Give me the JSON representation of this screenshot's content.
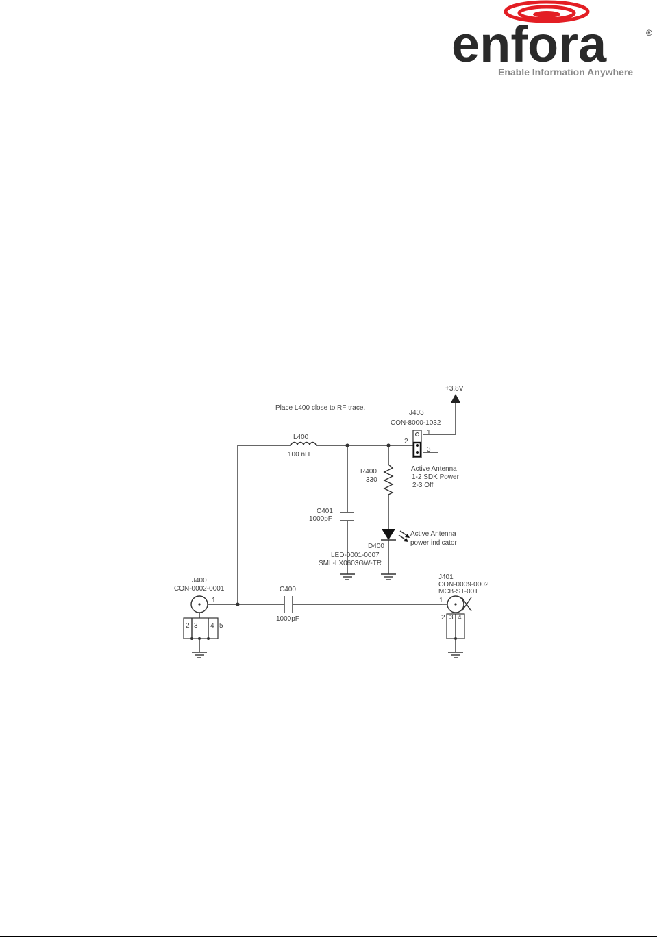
{
  "logo": {
    "wordmark": "enfora",
    "registered": "®",
    "tagline": "Enable Information Anywhere",
    "colors": {
      "wordmark": "#2a2a2a",
      "accent": "#e31e24",
      "tagline": "#888888"
    }
  },
  "schematic": {
    "note": "Place L400 close to RF trace.",
    "power": {
      "label": "+3.8V"
    },
    "inductor": {
      "ref": "L400",
      "value": "100 nH"
    },
    "resistor": {
      "ref": "R400",
      "value": "330"
    },
    "capacitor_shunt": {
      "ref": "C401",
      "value": "1000pF"
    },
    "capacitor_series": {
      "ref": "C400",
      "value": "1000pF"
    },
    "led": {
      "ref": "D400",
      "part1": "LED-0001-0007",
      "part2": "SML-LX0603GW-TR",
      "desc1": "Active Antenna",
      "desc2": "power indicator"
    },
    "jumper": {
      "ref": "J403",
      "part": "CON-8000-1032",
      "pin1": "1",
      "pin2": "2",
      "pin3": "3",
      "desc1": "Active Antenna",
      "desc2": "1-2 SDK Power",
      "desc3": "2-3 Off"
    },
    "conn_left": {
      "ref": "J400",
      "part": "CON-0002-0001",
      "pin1": "1",
      "pin2": "2",
      "pin3": "3",
      "pin4": "4",
      "pin5": "5"
    },
    "conn_right": {
      "ref": "J401",
      "part": "CON-0009-0002",
      "part2": "MCB-ST-00T",
      "pin1": "1",
      "pin2": "2",
      "pin3": "3",
      "pin4": "4"
    }
  }
}
